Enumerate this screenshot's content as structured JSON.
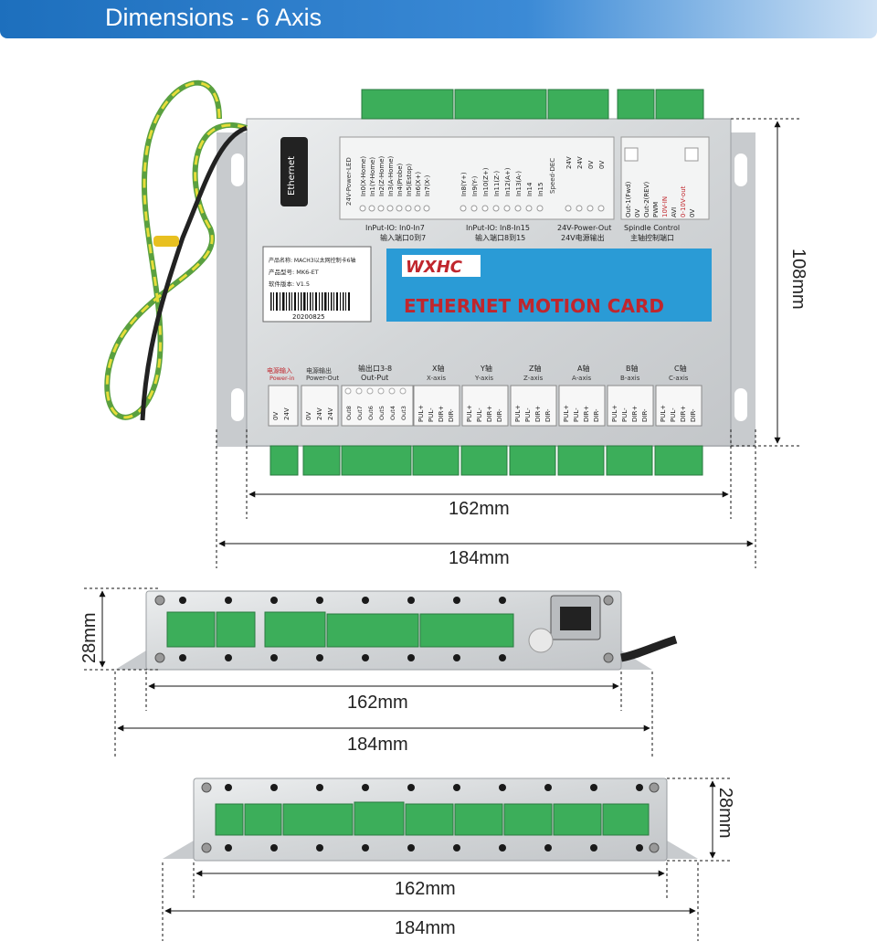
{
  "banner": {
    "title": "Dimensions - 6 Axis"
  },
  "board": {
    "ethernet_label": "Ethernet",
    "power_led": "24V-Power-LED",
    "input_pins_a": [
      "In0(X-Home)",
      "In1(Y-Home)",
      "In2(Z-Home)",
      "In3(A-Home)",
      "In4(Probe)",
      "In5(Estop)",
      "In6(X+)",
      "In7(X-)"
    ],
    "input_pins_b": [
      "In8(Y+)",
      "In9(Y-)",
      "In10(Z+)",
      "In11(Z-)",
      "In12(A+)",
      "In13(A-)",
      "In14",
      "In15"
    ],
    "input_group_a_en": "InPut-IO: In0-In7",
    "input_group_a_cn": "输入端口0到7",
    "input_group_b_en": "InPut-IO: In8-In15",
    "input_group_b_cn": "输入端口8到15",
    "speed_dec": "Speed-DEC",
    "power_out_pins": [
      "24V",
      "24V",
      "0V",
      "0V"
    ],
    "power_out_en": "24V-Power-Out",
    "power_out_cn": "24V电源输出",
    "spindle_pins": [
      "Out-1(Fwd)",
      "0V",
      "Out-2(REV)",
      "PWM",
      "10V-IN",
      "AVI",
      "0-10V-out",
      "0V"
    ],
    "spindle_en": "Spindle Control",
    "spindle_cn": "主轴控制端口",
    "label_product_name": "产品名称: MACH3以太网控制卡6轴",
    "label_model": "产品型号: MK6-ET",
    "label_version": "软件版本: V1.5",
    "label_serial": "20200825",
    "logo": "WXHC",
    "card_title": "ETHERNET MOTION CARD",
    "power_in_cn": "电源输入",
    "power_in_en": "Power-in",
    "power_in_pins": [
      "0V",
      "24V"
    ],
    "power_out_bottom_cn": "电源输出",
    "power_out_bottom_en": "Power-Out",
    "power_out_bottom_pins": [
      "0V",
      "24V",
      "24V"
    ],
    "output_cn": "输出口3-8",
    "output_en": "Out-Put",
    "output_pins": [
      "Out8",
      "Out7",
      "Out6",
      "Out5",
      "Out4",
      "Out3"
    ],
    "axes": [
      {
        "cn": "X轴",
        "en": "X-axis"
      },
      {
        "cn": "Y轴",
        "en": "Y-axis"
      },
      {
        "cn": "Z轴",
        "en": "Z-axis"
      },
      {
        "cn": "A轴",
        "en": "A-axis"
      },
      {
        "cn": "B轴",
        "en": "B-axis"
      },
      {
        "cn": "C轴",
        "en": "C-axis"
      }
    ],
    "axis_pins": [
      "PUL+",
      "PUL-",
      "DIR+",
      "DIR-"
    ]
  },
  "dimensions": {
    "top_height": "108mm",
    "top_inner_width": "162mm",
    "top_outer_width": "184mm",
    "side1_height": "28mm",
    "side1_inner_width": "162mm",
    "side1_outer_width": "184mm",
    "side2_height": "28mm",
    "side2_inner_width": "162mm",
    "side2_outer_width": "184mm"
  },
  "colors": {
    "banner": "#1d6fbd",
    "terminal_green": "#3cae5a",
    "card_blue": "#2a9bd6",
    "card_red": "#c0262d",
    "panel_silver": "#d8dadc"
  }
}
